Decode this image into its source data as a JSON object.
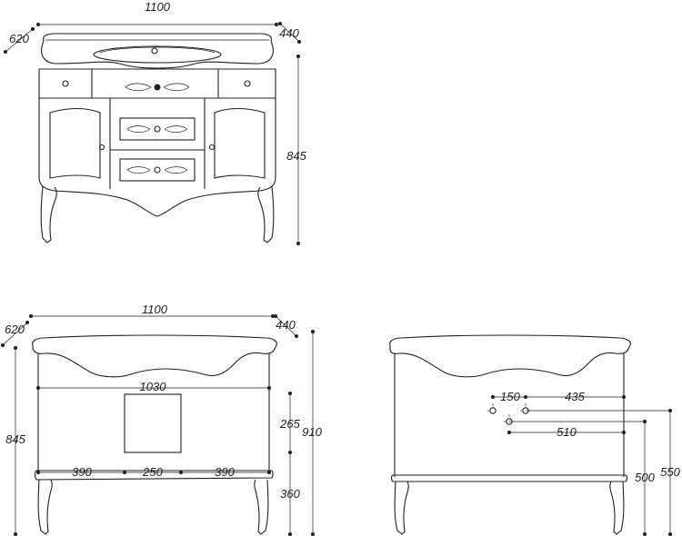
{
  "front_view": {
    "width": "1100",
    "depth_left": "620",
    "depth_right": "440",
    "height": "845"
  },
  "rear_view": {
    "width": "1100",
    "depth_left": "620",
    "depth_right": "440",
    "inner_width": "1030",
    "seg_left": "390",
    "seg_center": "250",
    "seg_right": "390",
    "height_left": "845",
    "height_total": "910",
    "upper_dim": "265",
    "lower_dim": "360"
  },
  "side_view": {
    "dim_150": "150",
    "dim_435": "435",
    "dim_510": "510",
    "dim_500": "500",
    "dim_550": "550"
  }
}
